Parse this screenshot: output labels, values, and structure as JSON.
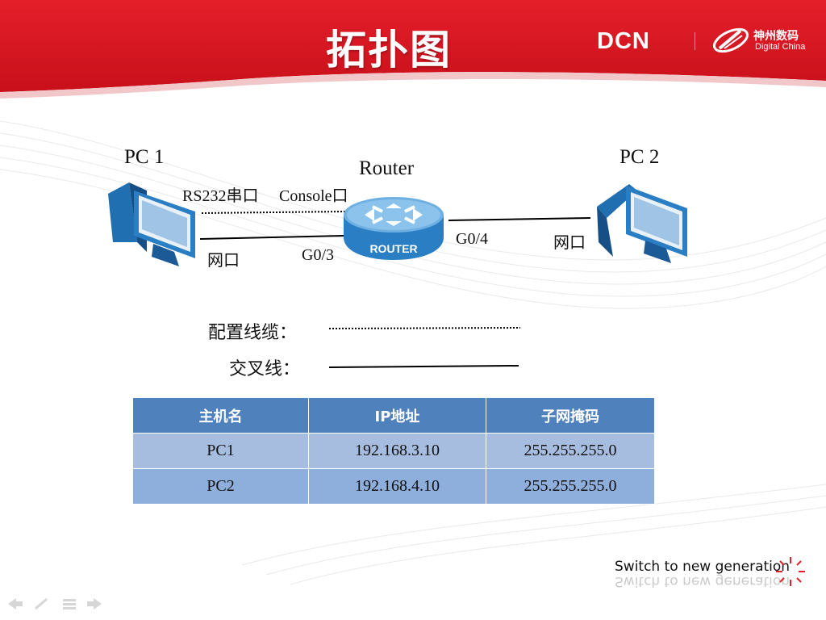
{
  "header": {
    "title": "拓扑图",
    "brand_logo": "DCN",
    "brand_cn": "神州数码",
    "brand_en": "Digital China",
    "color_red": "#dd1a24"
  },
  "diagram": {
    "pc1_name": "PC 1",
    "pc2_name": "PC 2",
    "router_name": "Router",
    "router_badge": "ROUTER",
    "pc1_serial_port": "RS232串口",
    "router_console_port": "Console口",
    "pc1_net_port": "网口",
    "router_g03": "G0/3",
    "router_g04": "G0/4",
    "pc2_net_port": "网口"
  },
  "legend": {
    "config_cable": "配置线缆：",
    "crossover_cable": "交叉线："
  },
  "ip_table": {
    "headers": [
      "主机名",
      "IP地址",
      "子网掩码"
    ],
    "rows": [
      [
        "PC1",
        "192.168.3.10",
        "255.255.255.0"
      ],
      [
        "PC2",
        "192.168.4.10",
        "255.255.255.0"
      ]
    ],
    "header_color": "#4f81bd",
    "row_color": "#a6bde0"
  },
  "footer": {
    "slogan": "Switch to new generation",
    "nav_icons": [
      "arrow-left-icon",
      "pen-icon",
      "menu-icon",
      "arrow-right-icon"
    ]
  }
}
